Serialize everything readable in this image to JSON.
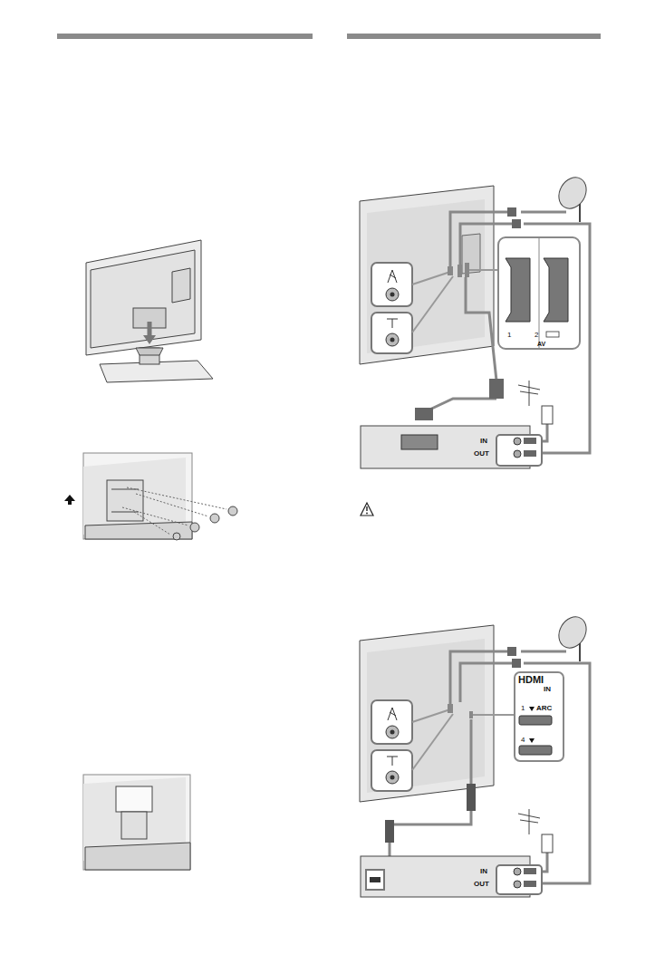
{
  "diagram": {
    "labels": [
      "1",
      "2",
      "AV",
      "IN",
      "OUT",
      "HDMI",
      "IN",
      "1",
      "ARC",
      "4",
      "IN",
      "OUT"
    ]
  }
}
